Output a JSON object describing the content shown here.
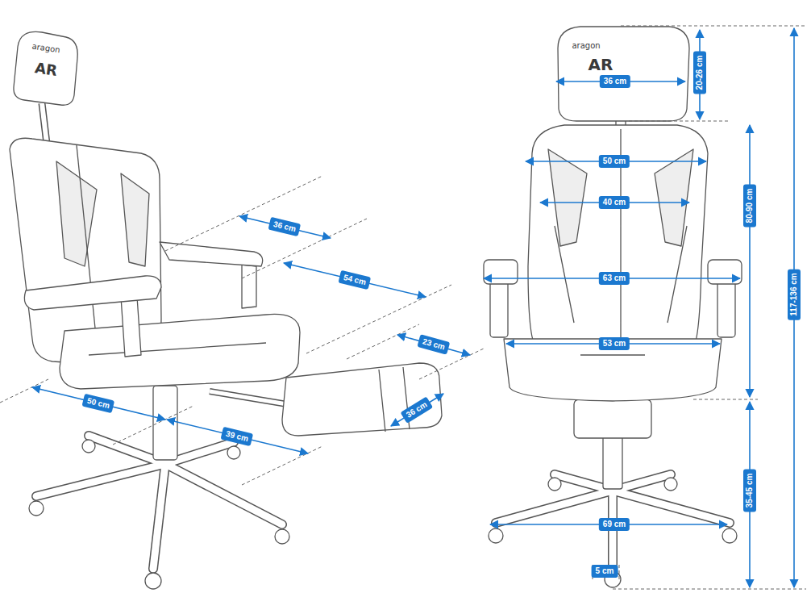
{
  "diagram": {
    "labels": [
      "aragon",
      "AR",
      "36 cm",
      "54 cm",
      "23 cm",
      "36 cm",
      "50 cm",
      "39 cm",
      "aragon",
      "AR",
      "36 cm",
      "20-26 cm",
      "50 cm",
      "40 cm",
      "80-90 cm",
      "117-136 cm",
      "63 cm",
      "53 cm",
      "35-45 cm",
      "69 cm",
      "5 cm"
    ]
  }
}
